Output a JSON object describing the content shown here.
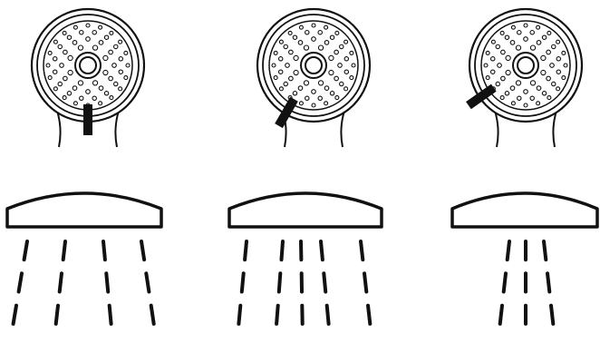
{
  "diagram": {
    "panels": [
      {
        "mode": "wide",
        "lever_position": "down"
      },
      {
        "mode": "medium",
        "lever_position": "left-down"
      },
      {
        "mode": "narrow",
        "lever_position": "left"
      }
    ],
    "colors": {
      "ink": "#111111",
      "background": "#ffffff"
    },
    "icons": [
      "shower-head-face-icon",
      "shower-head-side-icon",
      "water-stream-icon"
    ]
  }
}
